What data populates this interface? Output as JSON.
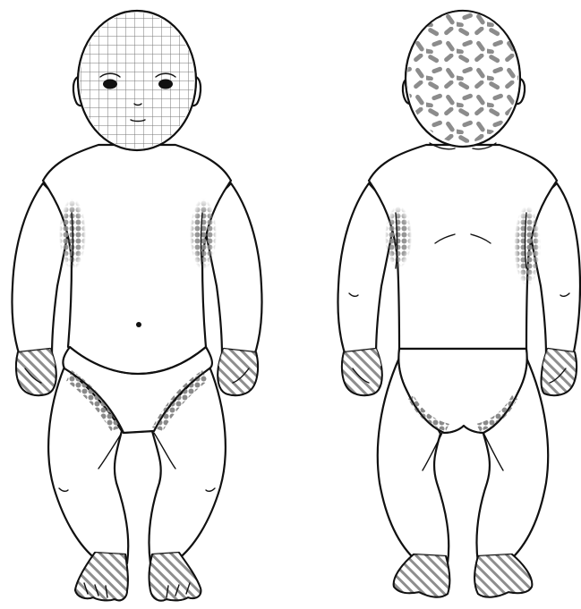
{
  "figure": {
    "views": [
      {
        "id": "front",
        "regions": [
          {
            "name": "scalp",
            "pattern": "grid"
          },
          {
            "name": "face",
            "pattern": "grid"
          },
          {
            "name": "right-axilla",
            "pattern": "dots"
          },
          {
            "name": "left-axilla",
            "pattern": "dots"
          },
          {
            "name": "right-hand",
            "pattern": "hatch"
          },
          {
            "name": "left-hand",
            "pattern": "hatch"
          },
          {
            "name": "right-groin",
            "pattern": "dots"
          },
          {
            "name": "left-groin",
            "pattern": "dots"
          },
          {
            "name": "right-foot",
            "pattern": "hatch"
          },
          {
            "name": "left-foot",
            "pattern": "hatch"
          }
        ]
      },
      {
        "id": "back",
        "regions": [
          {
            "name": "scalp",
            "pattern": "dashes"
          },
          {
            "name": "left-axilla",
            "pattern": "dots"
          },
          {
            "name": "right-axilla",
            "pattern": "dots"
          },
          {
            "name": "left-hand",
            "pattern": "hatch"
          },
          {
            "name": "right-hand",
            "pattern": "hatch"
          },
          {
            "name": "left-buttock-crease",
            "pattern": "dots"
          },
          {
            "name": "right-buttock-crease",
            "pattern": "dots"
          },
          {
            "name": "left-foot",
            "pattern": "hatch"
          },
          {
            "name": "right-foot",
            "pattern": "hatch"
          }
        ]
      }
    ],
    "colors": {
      "outline": "#111111",
      "skin": "#ffffff",
      "grid": "#777777",
      "dots": "#8a8a8a",
      "hatch": "#7a7a7a",
      "dashes": "#8c8c8c"
    }
  }
}
